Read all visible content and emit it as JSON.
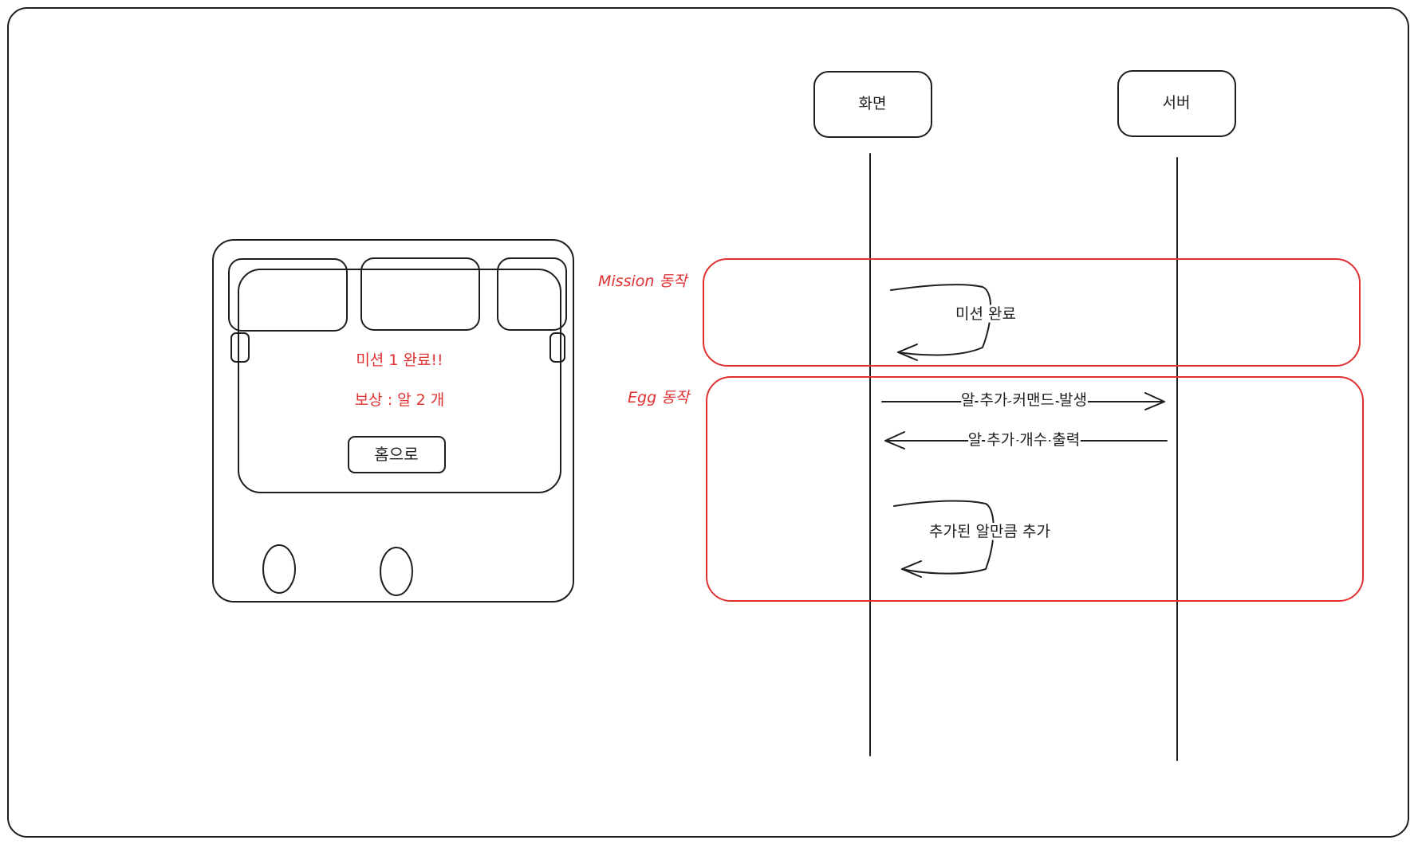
{
  "participants": {
    "screen": "화면",
    "server": "서버"
  },
  "sections": {
    "mission": "Mission 동작",
    "egg": "Egg 동작"
  },
  "messages": {
    "mission_complete": "미션 완료",
    "egg_add_command": "알 추가 커맨드 발생",
    "egg_count_output": "알 추가 개수 출력",
    "add_by_amount": "추가된 알만큼 추가"
  },
  "mockup": {
    "popup_title": "미션 1 완료!!",
    "popup_reward": "보상 : 알 2 개",
    "home_button": "홈으로"
  },
  "colors": {
    "ink": "#1e1e1e",
    "accent_red": "#e03131",
    "background": "#ffffff"
  }
}
